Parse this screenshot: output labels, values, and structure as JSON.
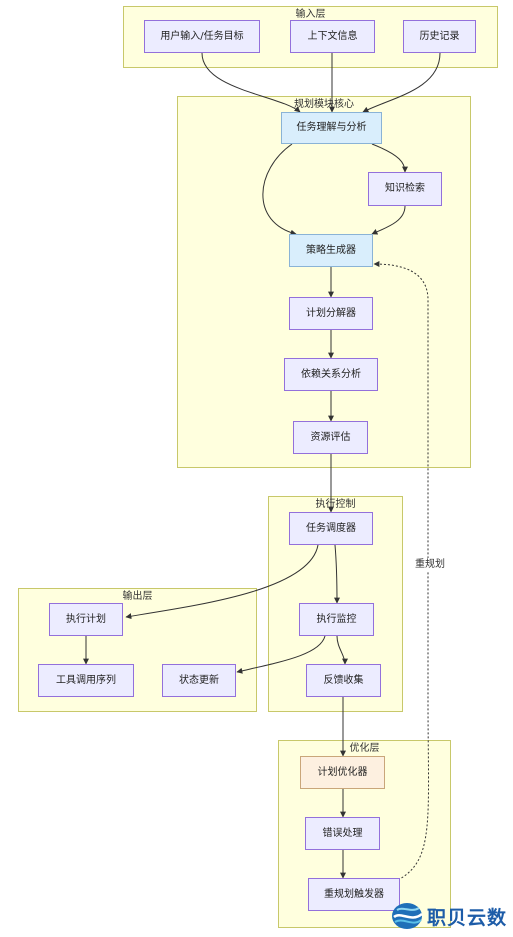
{
  "groups": {
    "input": "输入层",
    "planning": "规划模块核心",
    "execution": "执行控制",
    "output": "输出层",
    "optimization": "优化层"
  },
  "nodes": {
    "user_input": "用户输入/任务目标",
    "context": "上下文信息",
    "history": "历史记录",
    "task_understanding": "任务理解与分析",
    "knowledge_retrieval": "知识检索",
    "strategy_generator": "策略生成器",
    "plan_decomposer": "计划分解器",
    "dependency_analysis": "依赖关系分析",
    "resource_evaluation": "资源评估",
    "task_scheduler": "任务调度器",
    "execution_monitoring": "执行监控",
    "feedback_collection": "反馈收集",
    "execute_plan": "执行计划",
    "tool_call_sequence": "工具调用序列",
    "status_update": "状态更新",
    "plan_optimizer": "计划优化器",
    "error_handling": "错误处理",
    "replan_trigger": "重规划触发器"
  },
  "edges": {
    "replan_label": "重规划"
  },
  "logo": {
    "text": "职贝云数"
  }
}
